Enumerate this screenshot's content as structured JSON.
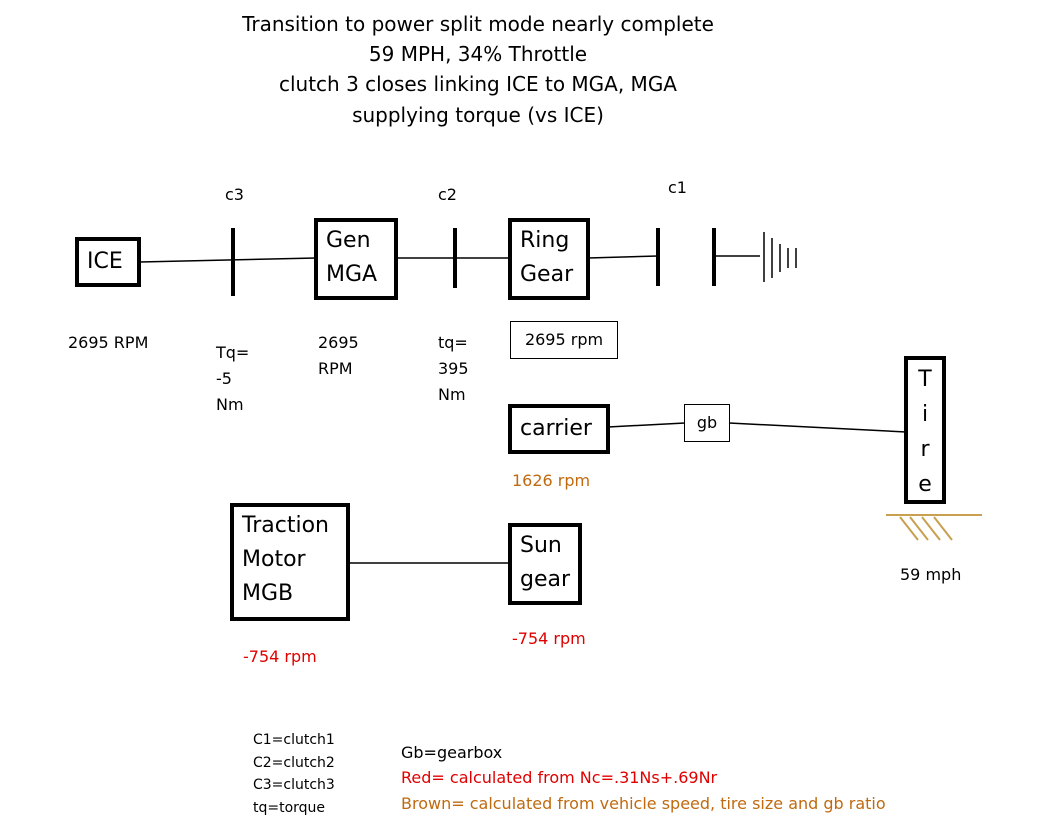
{
  "title": {
    "line1": "Transition to power split mode nearly complete",
    "line2": "59 MPH, 34% Throttle",
    "line3": "clutch 3 closes linking ICE to MGA, MGA",
    "line4": "supplying torque (vs ICE)"
  },
  "components": {
    "ice": "ICE",
    "gen_line1": "Gen",
    "gen_line2": "MGA",
    "ring_line1": "Ring",
    "ring_line2": "Gear",
    "carrier": "carrier",
    "gearbox": "gb",
    "tire_letters": [
      "T",
      "i",
      "r",
      "e"
    ],
    "traction_line1": "Traction",
    "traction_line2": "Motor",
    "traction_line3": "MGB",
    "sun_line1": "Sun",
    "sun_line2": "gear"
  },
  "clutches": {
    "c3": "c3",
    "c2": "c2",
    "c1": "c1"
  },
  "values": {
    "ice_rpm": "2695 RPM",
    "c3_tq_line1": "Tq=",
    "c3_tq_line2": "-5",
    "c3_tq_line3": "Nm",
    "mga_rpm_line1": "2695",
    "mga_rpm_line2": "RPM",
    "c2_tq_line1": "tq=",
    "c2_tq_line2": "395",
    "c2_tq_line3": "Nm",
    "ring_rpm": "2695 rpm",
    "carrier_rpm": "1626 rpm",
    "tire_speed": "59 mph",
    "mgb_rpm": "-754 rpm",
    "sun_rpm": "-754 rpm"
  },
  "legend": {
    "left": [
      "C1=clutch1",
      "C2=clutch2",
      "C3=clutch3",
      "tq=torque"
    ],
    "gearbox": "Gb=gearbox",
    "red": "Red= calculated from Nc=.31Ns+.69Nr",
    "brown": "Brown= calculated from vehicle speed, tire size and gb ratio"
  },
  "colors": {
    "red": "#e00000",
    "brown": "#c06a10",
    "ground": "#c8a050"
  }
}
